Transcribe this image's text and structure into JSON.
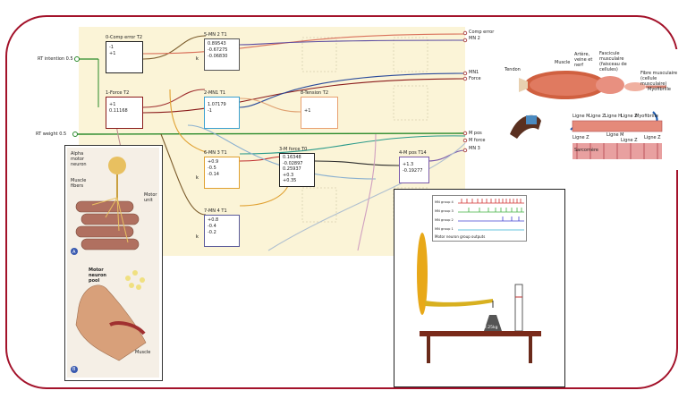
{
  "inputs": [
    {
      "label": "RT intention 0.5"
    },
    {
      "label": "RT weight 0.5"
    }
  ],
  "nodes": {
    "comp_error": {
      "title": "0-Comp error T2",
      "values": [
        "-1",
        "+1"
      ]
    },
    "force": {
      "title": "1-Force T2",
      "values": [
        "+1",
        "0.11168"
      ]
    },
    "mn2": {
      "title": "5-MN 2 T1",
      "values": [
        "0.89543",
        "-0.67275",
        "-0.06830"
      ]
    },
    "mn1": {
      "title": "2-MN1 T1",
      "values": [
        "1.07179",
        "-1"
      ]
    },
    "tension": {
      "title": "8-Tension T2",
      "values": [
        "+1"
      ]
    },
    "mn3": {
      "title": "6-MN 3 T1",
      "values": [
        "+0.9",
        "-0.5",
        "-0.14"
      ]
    },
    "mforce": {
      "title": "3-M force T0",
      "values": [
        "0.16348",
        "-0.02897",
        "0.25937",
        "+0.3",
        "+0.35"
      ]
    },
    "mpos": {
      "title": "4-M pos T14",
      "values": [
        "+1.3",
        "-0.19277"
      ]
    },
    "mn4": {
      "title": "7-MN 4 T1",
      "values": [
        "+0.8",
        "-0.4",
        "-0.2"
      ]
    }
  },
  "k_label": "k",
  "outputs": {
    "comp_error": "Comp error",
    "mn2": "MN 2",
    "mn1": "MN1",
    "force": "Force",
    "m_pos": "M pos",
    "m_force": "M force",
    "mn3": "MN 3"
  },
  "muscle_labels": {
    "tendon": "Tendon",
    "muscle": "Muscle",
    "artery": "Artère, veine et nerf",
    "fascicle": "Fascicule musculaire (faisceau de cellules)",
    "fiber": "Fibre musculaire (cellule musculaire)",
    "myofibril": "Myofibrille",
    "lines_top": [
      "Ligne M",
      "Ligne Z",
      "Ligne H",
      "Ligne Z",
      "Myofibrille"
    ],
    "lines_bottom": [
      "Ligne Z",
      "Ligne M",
      "Ligne Z",
      "Ligne Z"
    ],
    "sarcomere": "Sarcomère"
  },
  "motor_unit": {
    "alpha": "Alpha motor neuron",
    "fibers": "Muscle fibers",
    "unit": "Motor unit",
    "label_a": "A",
    "pool": "Motor neuron pool",
    "muscle": "Muscle",
    "label_b": "B"
  },
  "sim": {
    "groups": [
      "MN group 4",
      "MN group 3",
      "MN group 2",
      "MN group 1"
    ],
    "group_colors": [
      "#d03030",
      "#40b040",
      "#4040d0",
      "#30b0d0"
    ],
    "caption": "Motor neuron group outputs",
    "weight": "2.25kg"
  },
  "colors": {
    "frame": "#a3122a",
    "panel": "#fbf4d7"
  }
}
